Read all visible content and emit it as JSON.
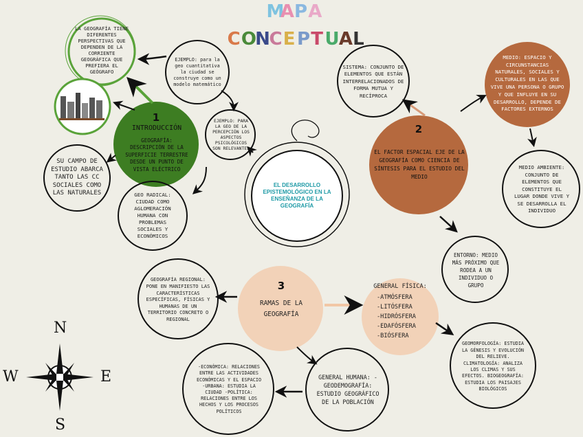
{
  "title": {
    "line1": "MAPA",
    "line2": "CONCEPTUAL",
    "line1_colors": [
      "#7ec3e0",
      "#e88fb0",
      "#8ab8e0",
      "#e9a9c8"
    ],
    "line2_colors": [
      "#d97a4a",
      "#4a8a3a",
      "#3a4a8a",
      "#c97a9a",
      "#d9b04a",
      "#7a9aca",
      "#c94a6a",
      "#4aaa6a",
      "#6a3a2a",
      "#333333"
    ]
  },
  "center": {
    "text": "EL DESARROLLO EPISTEMOLÓGICO EN LA ENSEÑANZA DE LA GEOGRAFÍA",
    "color": "#1e9aa6"
  },
  "section1": {
    "number": "1",
    "heading": "INTRODUCCIÓN",
    "text": "GEOGRAFÍA: DESCRIPCIÓN DE LA SUPERFICIE TERRESTRE DESDE UN PUNTO DE VISTA ELÉCTRICO",
    "color": "#3d7d22"
  },
  "node_perspectivas": "LA GEOGRAFÍA TIENE DIFERENTES PERSPECTIVAS QUE DEPENDEN DE LA CORRIENTE GEOGRÁFICA QUE PREFIERA EL GEÓGRAFO",
  "node_ejemplo1": "EJEMPLO: para la geo cuantitativa la ciudad se construye como un modelo matemático",
  "node_ejemplo2": "EJEMPLO: PARA LA GEO DE LA PERCEPCIÓN LOS ASPECTOS PSICOLÓGICOS SON RELEVANTES",
  "node_campo": "SU CAMPO DE ESTUDIO ABARCA TANTO LAS CC SOCIALES COMO LAS NATURALES",
  "node_georadical": "GEO RADICAL: CIUDAD COMO AGLOMERACIÓN HUMANA CON PROBLEMAS SOCIALES Y ECONÓMICOS",
  "section2": {
    "number": "2",
    "text": "EL FACTOR ESPACIAL EJE DE LA GEOGRAFÍA COMO CIENCIA DE SÍNTESIS PARA EL ESTUDIO DEL MEDIO",
    "color": "#b5693e"
  },
  "node_sistema": "SISTEMA: CONJUNTO DE ELEMENTOS QUE ESTÁN INTERRELACIONADOS DE FORMA MUTUA Y RECÍPROCA",
  "node_medio": "MEDIO: ESPACIO Y CIRCUNSTANCIAS NATURALES, SOCIALES Y CULTURALES EN LAS QUE VIVE UNA PERSONA O GRUPO Y QUE INFLUYE EN SU DESARROLLO, DEPENDE DE FACTORES EXTERNOS",
  "node_ambiente": "MEDIO AMBIENTE: CONJUNTO DE ELEMENTOS QUE CONSTITUYE EL LUGAR DONDE VIVE Y SE DESARROLLA EL INDIVIDUO",
  "node_entorno": "ENTORNO: MEDIO MÁS PRÓXIMO QUE RODEA A UN INDIVIDUO O GRUPO",
  "section3": {
    "number": "3",
    "text": "RAMAS DE LA GEOGRAFÍA",
    "color": "#f2d2b8"
  },
  "node_regional": "GEOGRAFÍA REGIONAL: PONE EN MANIFIESTO LAS CARACTERÍSTICAS ESPECÍFICAS, FÍSICAS Y HUMANAS DE UN TERRITORIO CONCRETO O REGIONAL",
  "node_fisica": {
    "heading": "GENERAL FÍSICA:",
    "items": [
      "-ATMÓSFERA",
      "-LITÓSFERA",
      "-HIDRÓSFERA",
      "-EDAFÓSFERA",
      "-BIÓSFERA"
    ]
  },
  "node_geomorfologia": "GEOMORFOLOGÍA: ESTUDIA LA GÉNESIS Y EVOLUCIÓN DEL RELIEVE. CLIMATOLOGÍA: ANALIZA LOS CLIMAS Y SUS EFECTOS. BIOGEOGRAFÍA: ESTUDIA LOS PAISAJES BIOLÓGICOS",
  "node_humana": "GENERAL HUMANA: -GEODEMOGRAFÍA: ESTUDIO GEOGRÁFICO DE LA POBLACIÓN",
  "node_economica": "-ECONÓMICA: RELACIONES ENTRE LAS ACTIVIDADES ECONÓMICAS Y EL ESPACIO -URBANA: ESTUDIA LA CIUDAD -POLÍTICA: RELACIONES ENTRE LOS HECHOS Y LOS PROCESOS POLÍTICOS",
  "compass": {
    "n": "N",
    "s": "S",
    "e": "E",
    "w": "W"
  }
}
